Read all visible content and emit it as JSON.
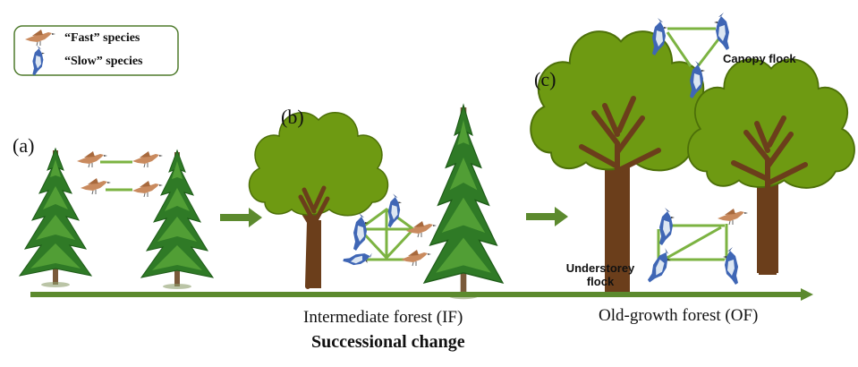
{
  "legend": {
    "fast_label": "“Fast” species",
    "slow_label": "“Slow” species"
  },
  "panels": {
    "a": "(a)",
    "b": "(b)",
    "c": "(c)"
  },
  "axis": {
    "intermediate_label": "Intermediate forest (IF)",
    "oldgrowth_label": "Old-growth forest (OF)",
    "title": "Successional change"
  },
  "flocks": {
    "canopy_label": "Canopy flock",
    "understorey_label_line1": "Understorey",
    "understorey_label_line2": "flock"
  },
  "colors": {
    "leaf_dark": "#2f7a26",
    "leaf_light": "#5aa83a",
    "canopy_green": "#6e9a12",
    "canopy_edge": "#4d7009",
    "trunk_brown": "#6b3e1b",
    "link_green": "#7cb342",
    "arrow_green": "#5c8a2e",
    "fast_bird": "#c98a5e",
    "slow_bird": "#3f66b5"
  }
}
